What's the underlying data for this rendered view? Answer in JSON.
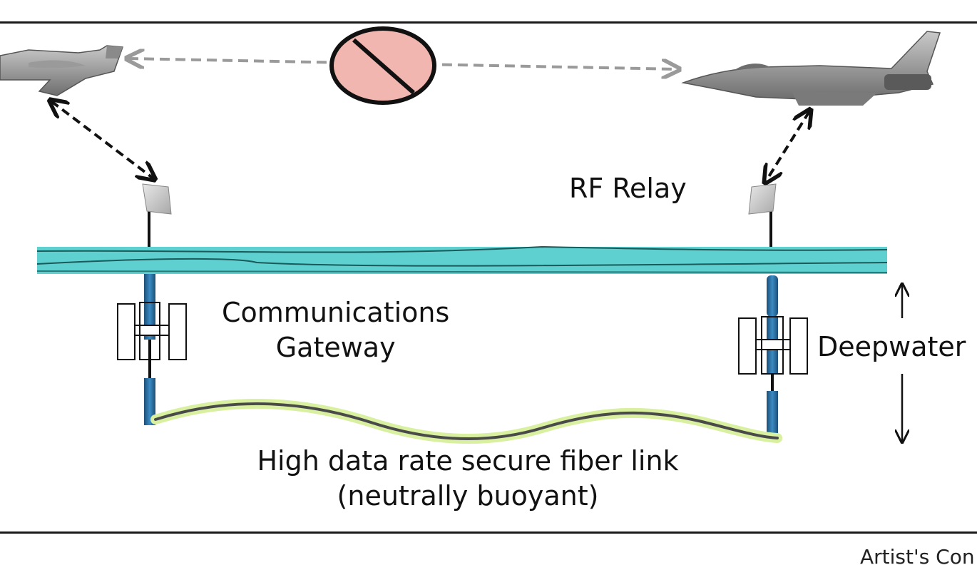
{
  "labels": {
    "rf_relay": "RF Relay",
    "gateway_line1": "Communications",
    "gateway_line2": "Gateway",
    "deepwater": "Deepwater",
    "fiber_line1": "High data rate secure fiber link",
    "fiber_line2": "(neutrally buoyant)"
  },
  "caption": "Artist's Con",
  "icons": {
    "left_aircraft": "fighter-jet-icon",
    "right_aircraft": "fighter-jet-icon",
    "blocked": "prohibited-icon",
    "relay": "rf-relay-panel-icon",
    "buoy": "gateway-buoy-icon"
  },
  "colors": {
    "water": "#5fd0d0",
    "fiber_glow": "#d8f0a0",
    "fiber_core": "#4a4a4a",
    "prohibited_fill": "#f2b6b0",
    "buoy_blue": "#2a6ea0",
    "blocked_link": "#9a9a9a"
  }
}
